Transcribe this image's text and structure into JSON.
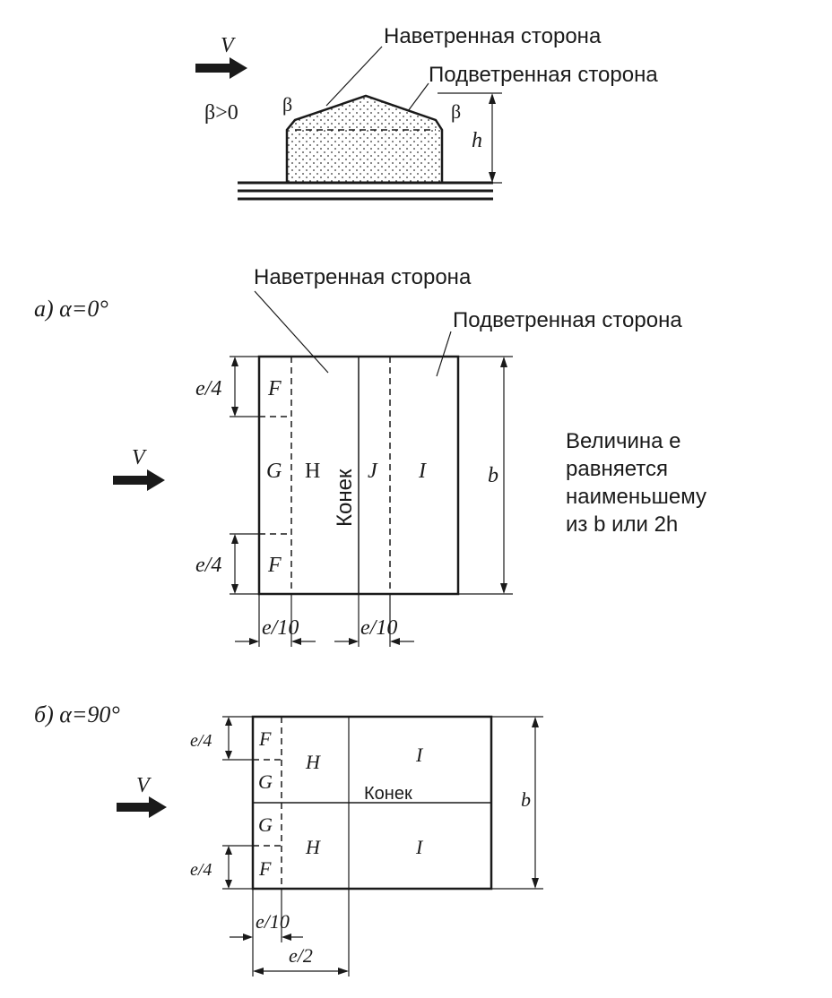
{
  "top_diagram": {
    "wind_label": "V",
    "beta_condition": "β>0",
    "beta_left": "β",
    "beta_right": "β",
    "windward_label": "Наветренная сторона",
    "leeward_label": "Подветренная сторона",
    "height_label": "h"
  },
  "plan_a": {
    "caption": "а) α=0°",
    "wind_label": "V",
    "windward_label": "Наветренная сторона",
    "leeward_label": "Подветренная сторона",
    "zones": {
      "F_top": "F",
      "G": "G",
      "H": "H",
      "J": "J",
      "I": "I",
      "F_bottom": "F"
    },
    "ridge_label": "Конек",
    "dims": {
      "e4_top": "e/4",
      "e4_bottom": "e/4",
      "e10_left": "e/10",
      "e10_mid": "e/10",
      "b": "b"
    }
  },
  "note": {
    "line1": "Величина e",
    "line2": "равняется",
    "line3": "наименьшему",
    "line4": "из b или 2h"
  },
  "plan_b": {
    "caption": "б) α=90°",
    "wind_label": "V",
    "zones": {
      "F_top": "F",
      "G_top": "G",
      "H_top": "H",
      "I_top": "I",
      "G_bottom": "G",
      "F_bottom": "F",
      "H_bottom": "H",
      "I_bottom": "I"
    },
    "ridge_label": "Конек",
    "dims": {
      "e4_top": "e/4",
      "e4_bottom": "e/4",
      "e10": "e/10",
      "e2": "e/2",
      "b": "b"
    }
  }
}
